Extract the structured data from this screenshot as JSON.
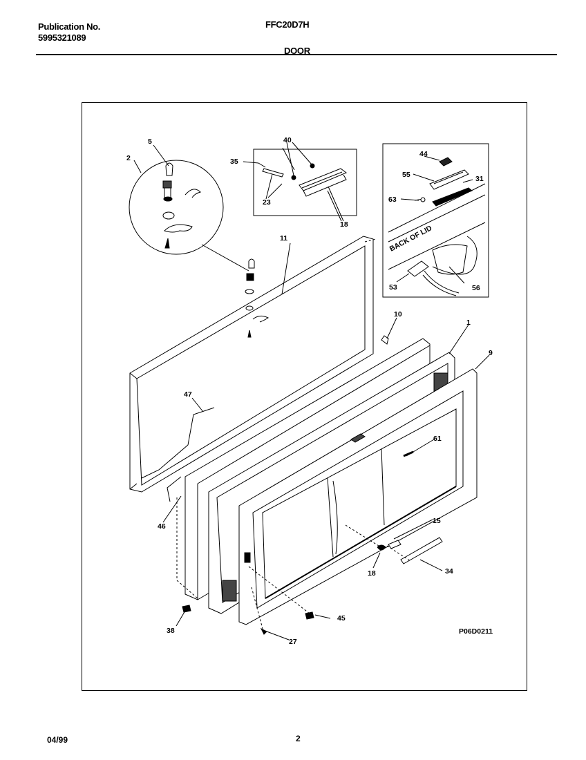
{
  "header": {
    "publication_label": "Publication No.",
    "publication_number": "5995321089",
    "model": "FFC20D7H",
    "section": "DOOR"
  },
  "diagram": {
    "drawing_code": "P06D0211",
    "callouts": {
      "c1": "1",
      "c2": "2",
      "c5": "5",
      "c9": "9",
      "c10": "10",
      "c11": "11",
      "c15": "15",
      "c18a": "18",
      "c18b": "18",
      "c23": "23",
      "c27": "27",
      "c31": "31",
      "c34": "34",
      "c35": "35",
      "c38": "38",
      "c40": "40",
      "c44": "44",
      "c45": "45",
      "c46": "46",
      "c47": "47",
      "c53": "53",
      "c55": "55",
      "c56": "56",
      "c61": "61",
      "c63": "63"
    },
    "inset_label": "BACK OF LID"
  },
  "footer": {
    "date": "04/99",
    "page": "2"
  }
}
